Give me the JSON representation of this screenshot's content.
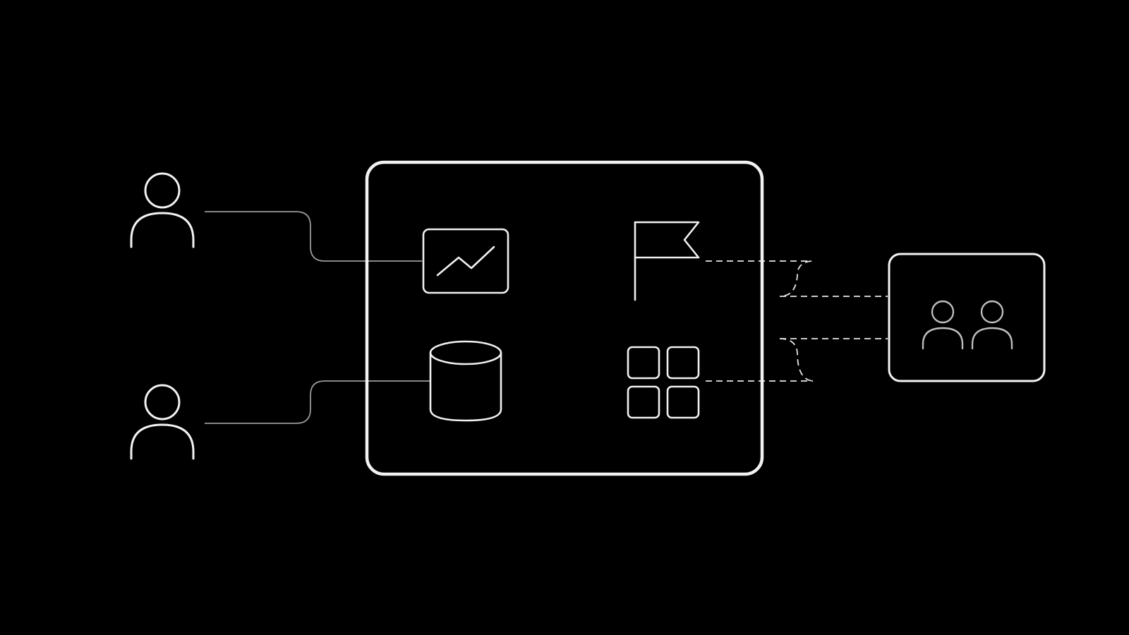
{
  "diagram": {
    "background": "#000000",
    "stroke_color": "#f2f2f2",
    "connector_color": "#9a9a9a",
    "nodes": {
      "users_left": [
        {
          "icon": "user-icon"
        },
        {
          "icon": "user-icon"
        }
      ],
      "platform": {
        "icon_items": [
          {
            "icon": "analytics-chart-icon"
          },
          {
            "icon": "flag-icon"
          },
          {
            "icon": "database-icon"
          },
          {
            "icon": "apps-grid-icon"
          }
        ]
      },
      "team": {
        "icon": "team-users-icon"
      }
    },
    "connections": [
      {
        "from": "user-1",
        "to": "analytics-chart-icon",
        "style": "solid"
      },
      {
        "from": "user-2",
        "to": "database-icon",
        "style": "solid"
      },
      {
        "from": "flag-icon",
        "to": "team",
        "style": "dashed"
      },
      {
        "from": "apps-grid-icon",
        "to": "team",
        "style": "dashed"
      }
    ]
  }
}
